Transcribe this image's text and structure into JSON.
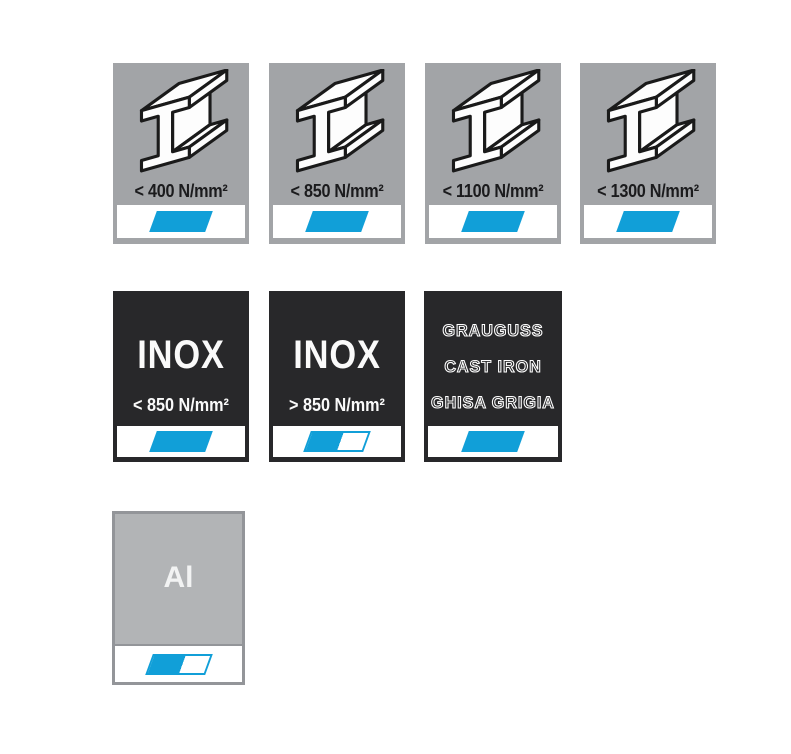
{
  "colors": {
    "accent_blue": "#119fd8",
    "steel_tile_gray": "#a2a4a7",
    "dark_tile": "#28282a",
    "aluminium_fill": "#b2b4b6",
    "aluminium_border": "#939599",
    "label_dark": "#1b1b1d",
    "label_light": "#ffffff"
  },
  "tiles": {
    "steel": [
      {
        "label": "< 400 N/mm²",
        "icon": "i-beam-icon",
        "cut_indicator": "full-blue-parallelogram"
      },
      {
        "label": "< 850 N/mm²",
        "icon": "i-beam-icon",
        "cut_indicator": "full-blue-parallelogram"
      },
      {
        "label": "< 1100 N/mm²",
        "icon": "i-beam-icon",
        "cut_indicator": "full-blue-parallelogram"
      },
      {
        "label": "< 1300 N/mm²",
        "icon": "i-beam-icon",
        "cut_indicator": "full-blue-parallelogram"
      }
    ],
    "inox": [
      {
        "title": "INOX",
        "label": "< 850 N/mm²",
        "cut_indicator": "full-blue-parallelogram"
      },
      {
        "title": "INOX",
        "label": "> 850 N/mm²",
        "cut_indicator": "half-blue-parallelogram"
      }
    ],
    "cast_iron": {
      "lines": [
        "GRAUGUSS",
        "CAST IRON",
        "GHISA GRIGIA"
      ],
      "cut_indicator": "full-blue-parallelogram"
    },
    "aluminium": {
      "label": "Al",
      "cut_indicator": "half-blue-parallelogram"
    }
  }
}
